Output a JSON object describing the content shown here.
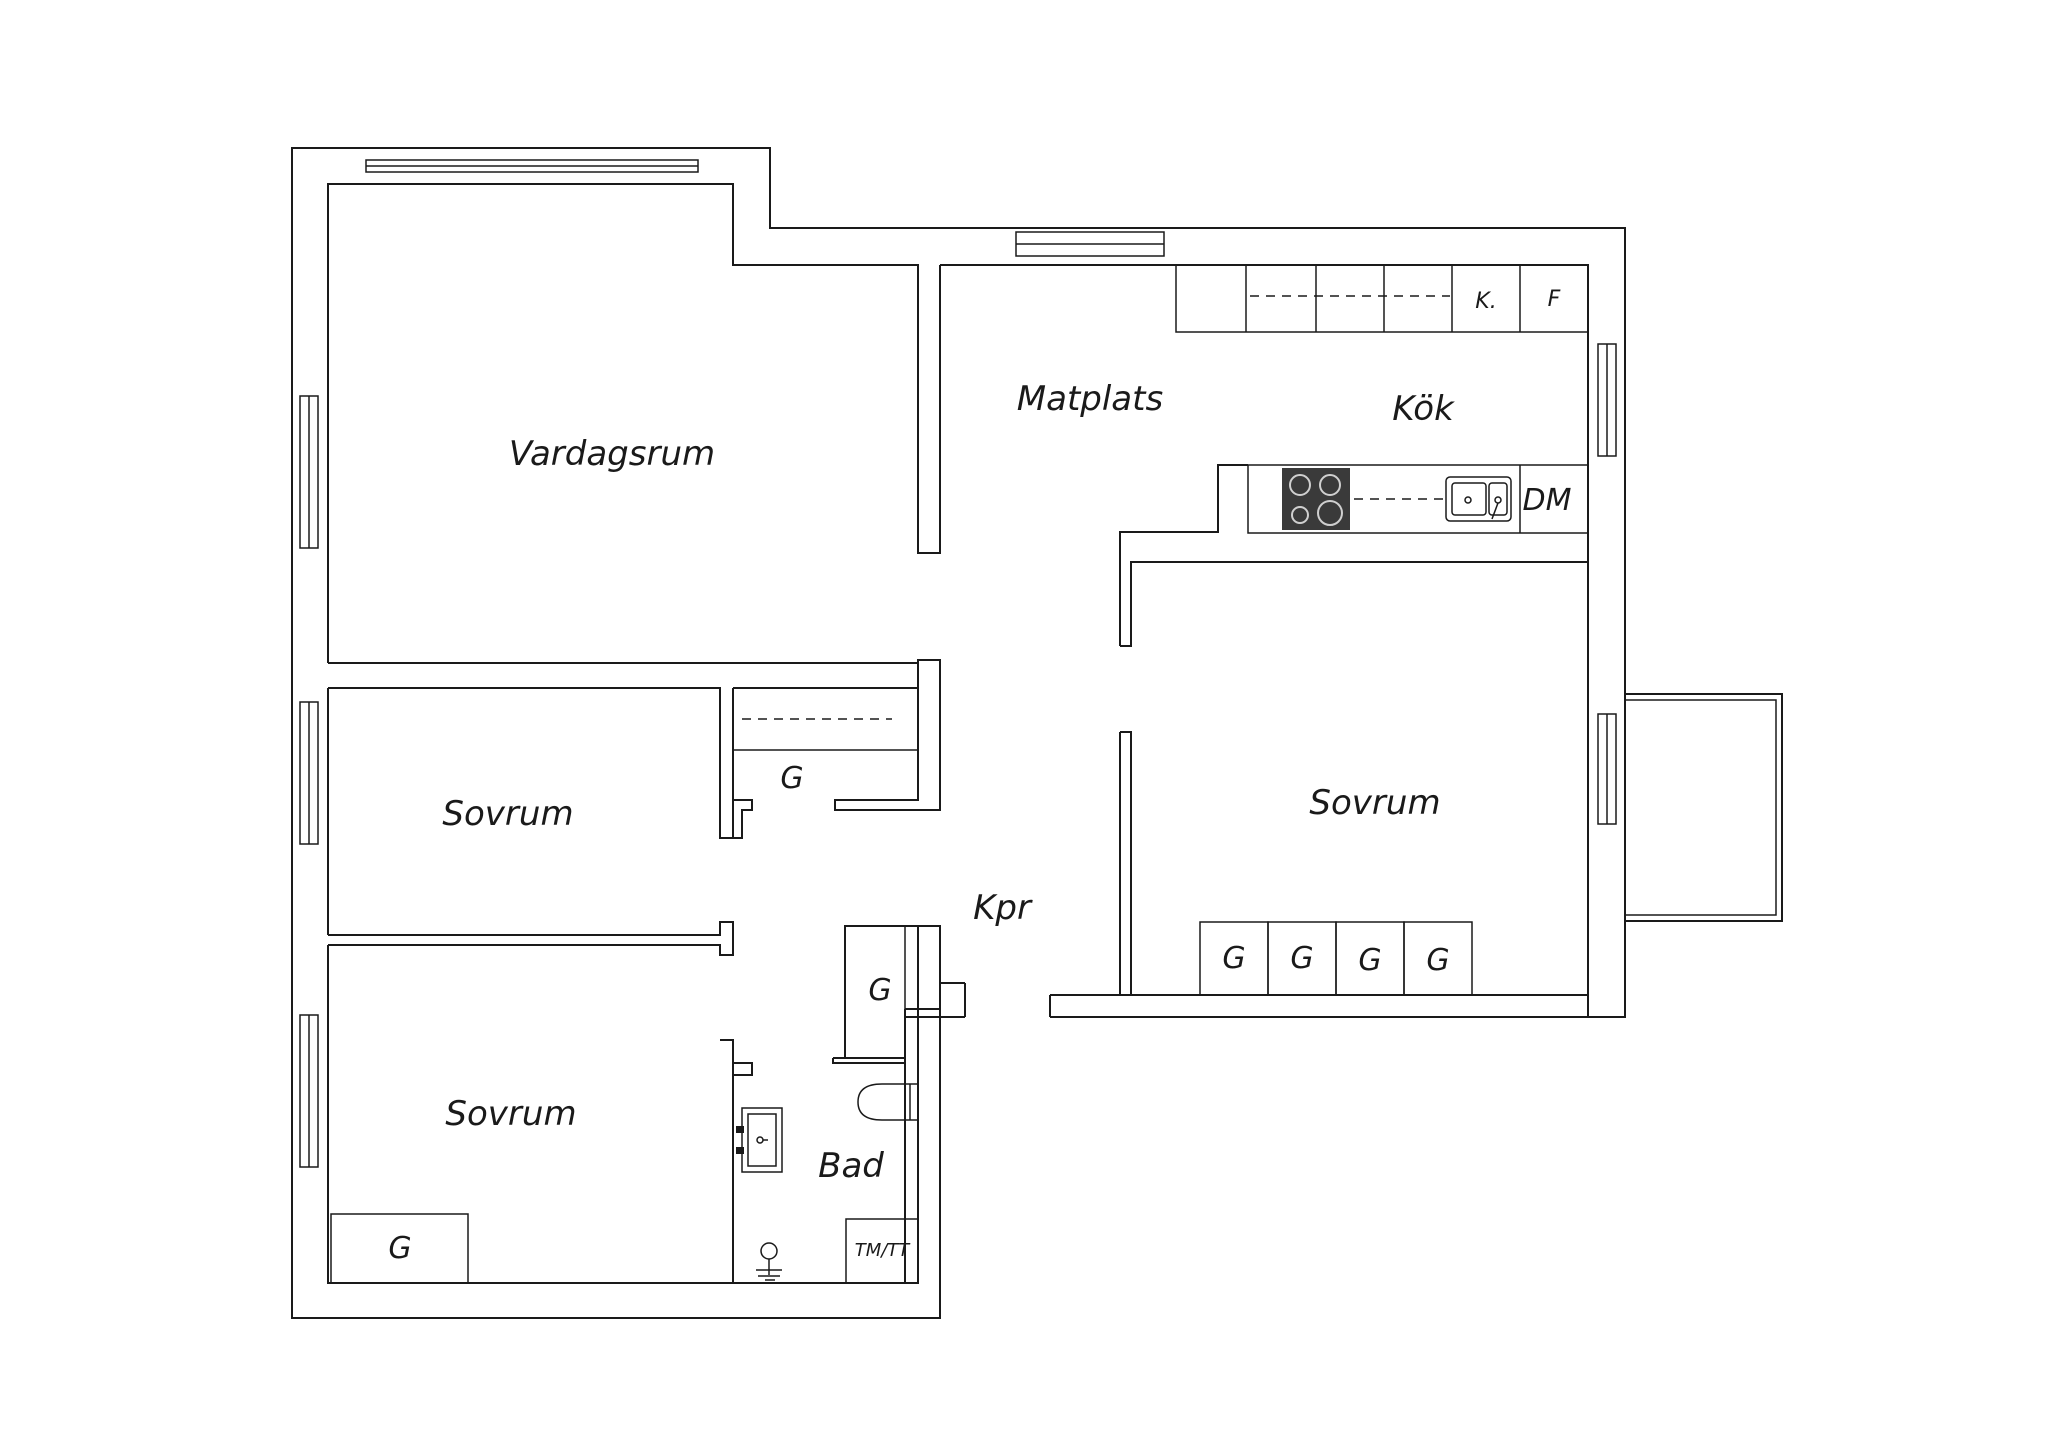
{
  "rooms": {
    "vardagsrum": "Vardagsrum",
    "matplats": "Matplats",
    "kok": "Kök",
    "sovrum_large": "Sovrum",
    "sovrum_middle": "Sovrum",
    "sovrum_bottom": "Sovrum",
    "kpr": "Kpr",
    "bad": "Bad"
  },
  "fixtures": {
    "kitchen_k": "K.",
    "kitchen_f": "F",
    "kitchen_dm": "DM",
    "wardrobe": "G",
    "washer": "TM/TT"
  },
  "colors": {
    "line": "#1a1a1a",
    "background": "#ffffff",
    "stove": "#3a3a3a"
  }
}
